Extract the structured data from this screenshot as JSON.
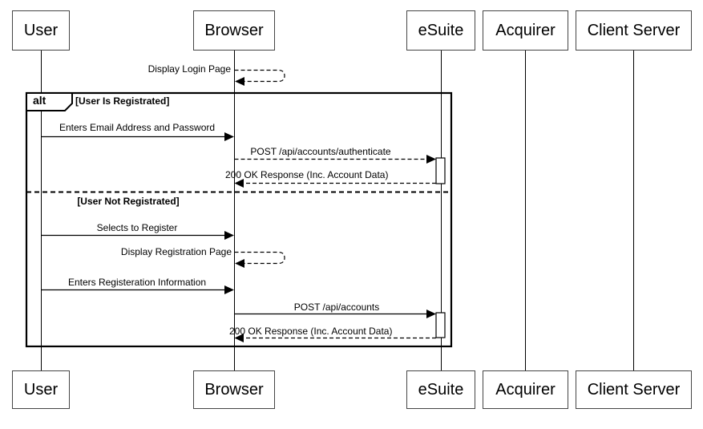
{
  "diagram": {
    "type": "uml-sequence",
    "participants": [
      {
        "id": "user",
        "name": "User"
      },
      {
        "id": "browser",
        "name": "Browser"
      },
      {
        "id": "esuite",
        "name": "eSuite"
      },
      {
        "id": "acquirer",
        "name": "Acquirer"
      },
      {
        "id": "client-server",
        "name": "Client Server"
      }
    ],
    "frame": {
      "operator": "alt",
      "guards": [
        {
          "label": "[User Is Registrated]"
        },
        {
          "label": "[User Not Registrated]"
        }
      ]
    },
    "messages": [
      {
        "label": "Display Login Page",
        "from": "Browser",
        "to": "Browser",
        "line": "dashed",
        "kind": "self"
      },
      {
        "label": "Enters Email Address and Password",
        "from": "User",
        "to": "Browser",
        "line": "solid",
        "kind": "sync"
      },
      {
        "label": "POST /api/accounts/authenticate",
        "from": "Browser",
        "to": "eSuite",
        "line": "dashed",
        "kind": "sync"
      },
      {
        "label": "200 OK Response (Inc. Account Data)",
        "from": "eSuite",
        "to": "Browser",
        "line": "dashed",
        "kind": "reply"
      },
      {
        "label": "Selects to Register",
        "from": "User",
        "to": "Browser",
        "line": "solid",
        "kind": "sync"
      },
      {
        "label": "Display Registration Page",
        "from": "Browser",
        "to": "Browser",
        "line": "dashed",
        "kind": "self"
      },
      {
        "label": "Enters Registeration Information",
        "from": "User",
        "to": "Browser",
        "line": "solid",
        "kind": "sync"
      },
      {
        "label": "POST /api/accounts",
        "from": "Browser",
        "to": "eSuite",
        "line": "solid",
        "kind": "sync"
      },
      {
        "label": "200 OK Response (Inc. Account Data)",
        "from": "eSuite",
        "to": "Browser",
        "line": "dashed",
        "kind": "reply"
      }
    ],
    "colors": {
      "line": "#000000",
      "background": "#ffffff",
      "box_border": "#454545"
    }
  }
}
